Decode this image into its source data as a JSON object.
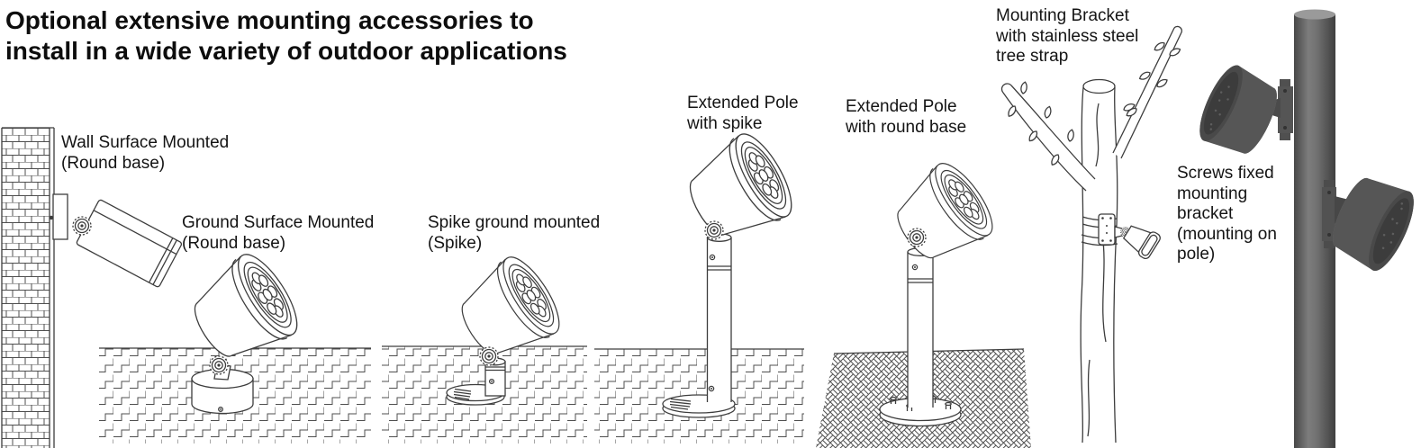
{
  "title": {
    "text": "Optional extensive mounting accessories to\ninstall in a wide variety of outdoor applications"
  },
  "captions": [
    {
      "id": "wall-surface-mounted",
      "label": "Wall Surface Mounted\n(Round base)"
    },
    {
      "id": "ground-surface-mounted",
      "label": "Ground Surface Mounted\n(Round base)"
    },
    {
      "id": "spike-ground-mounted",
      "label": "Spike ground mounted\n(Spike)"
    },
    {
      "id": "extended-pole-spike",
      "label": "Extended Pole\nwith spike"
    },
    {
      "id": "extended-pole-round-base",
      "label": "Extended Pole\nwith round base"
    },
    {
      "id": "tree-strap-bracket",
      "label": "Mounting Bracket\nwith stainless steel\ntree strap"
    },
    {
      "id": "screws-fixed-bracket",
      "label": "Screws fixed\nmounting\nbracket\n(mounting on\npole)"
    }
  ],
  "colors": {
    "background": "#ffffff",
    "line_art": "#3d3d3d",
    "text": "#141414",
    "render_pole": "#707070",
    "render_light_body": "#565656",
    "render_light_face": "#3c3c3c"
  }
}
